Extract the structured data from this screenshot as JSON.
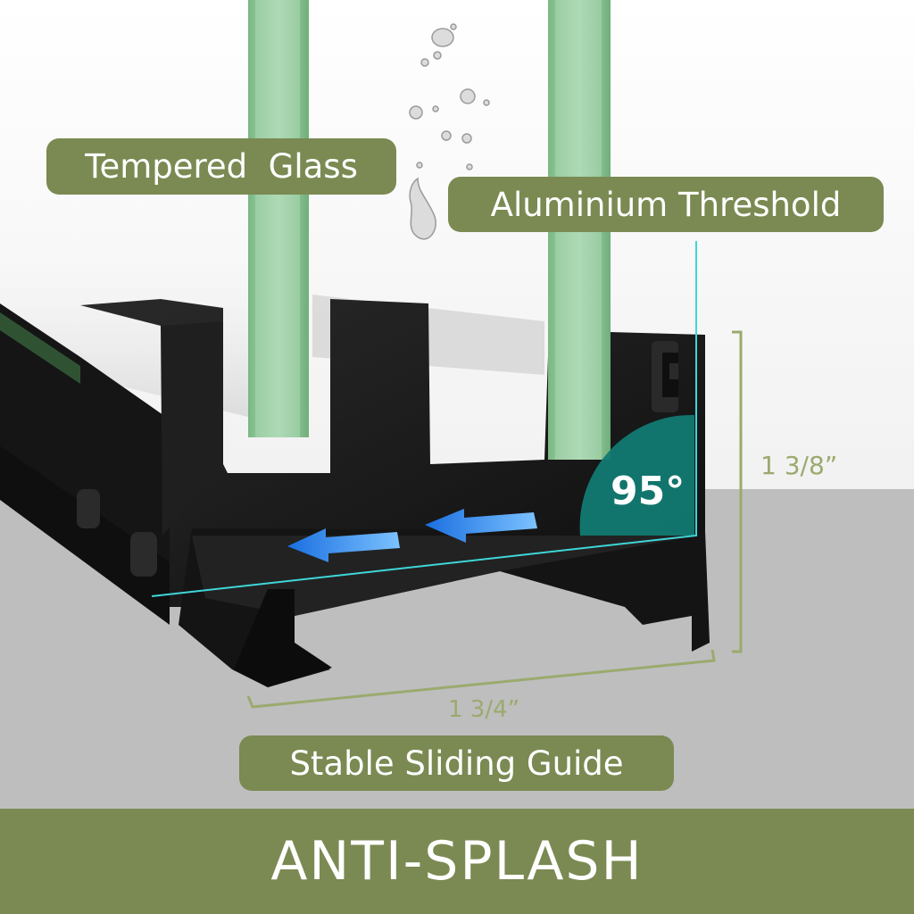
{
  "labels": {
    "tempered_glass": "Tempered  Glass",
    "aluminium_threshold": "Aluminium Threshold",
    "sliding_guide": "Stable Sliding Guide"
  },
  "banner": {
    "text": "ANTI-SPLASH"
  },
  "dimensions": {
    "height": "1 3/8”",
    "width": "1 3/4”"
  },
  "angle": {
    "value": "95°"
  },
  "colors": {
    "label_bg": "#7a8a52",
    "banner_bg": "#7a8a52",
    "dimension_line": "#9aaa6e",
    "angle_fill": "#117a72",
    "glass_edge": "#8fc79a",
    "frame": "#1c1c1c",
    "floor": "#bdbdbd",
    "arrow": "#2f8ef0"
  }
}
